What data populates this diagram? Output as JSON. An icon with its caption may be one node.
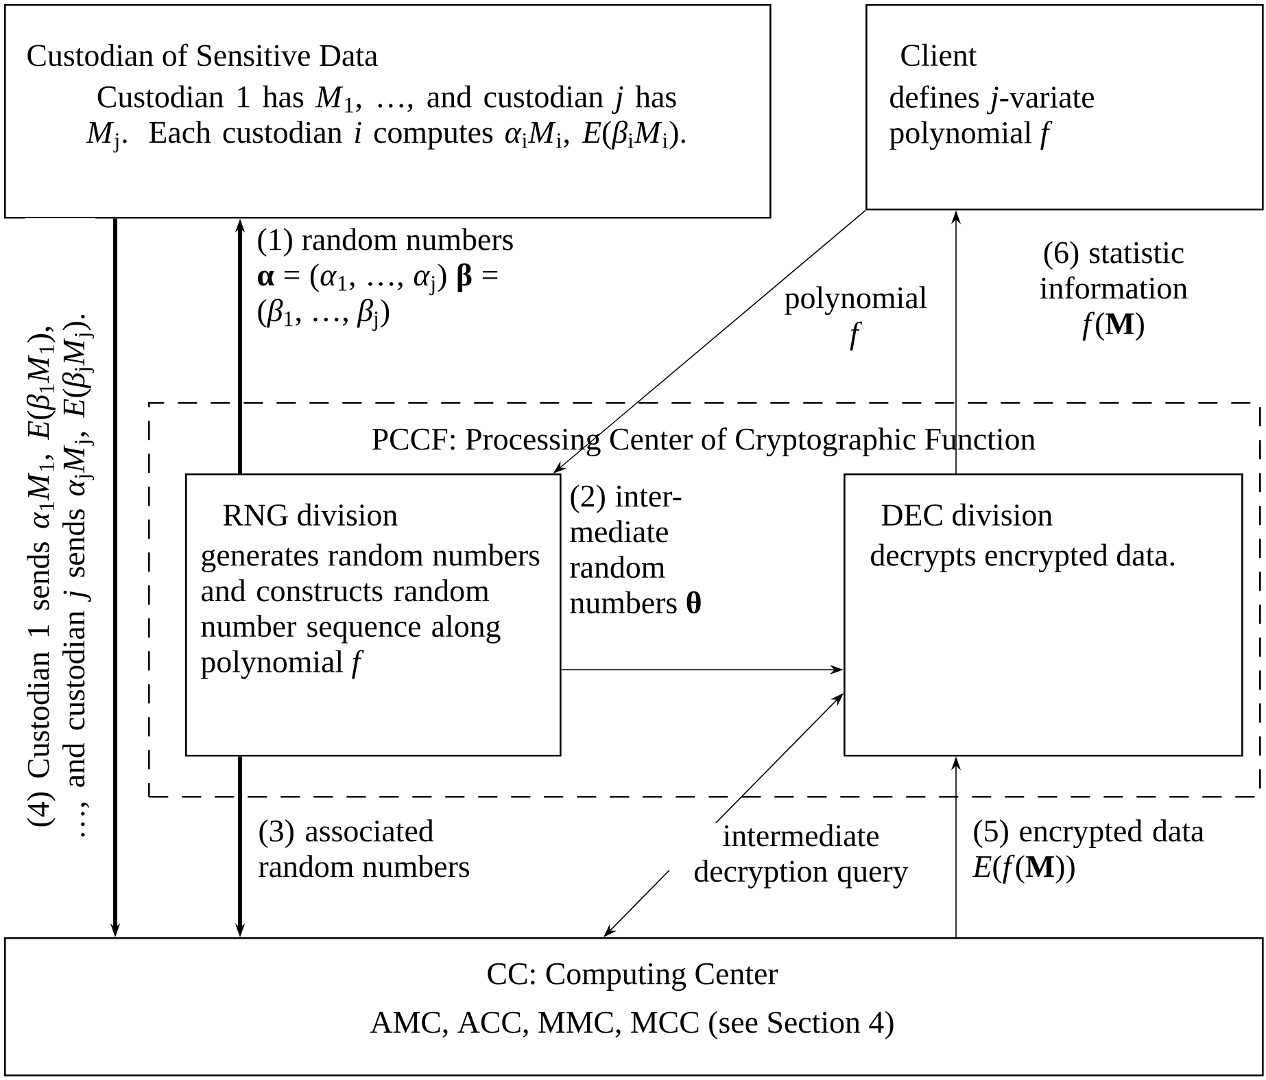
{
  "diagram": {
    "nodes": [
      {
        "text": [
          "Custodian of Sensitive Data",
          "Custodian 1 has *M*$_{1}$, …, and custodian *j* has *M*$_{j}$. Each custodian *i* computes *α*$_{i}$*M*$_{i}$, *E*(*β*$_{i}$*M*$_{i}$)."
        ]
      },
      {
        "text": [
          "Client",
          "defines *j*-variate polynomial *f*"
        ]
      },
      {
        "text": [
          "PCCF: Processing Center of Cryptographic Function"
        ]
      },
      {
        "text": [
          "RNG division",
          "generates random numbers and constructs random number sequence along polynomial *f*"
        ],
        "in": 2
      },
      {
        "text": [
          "DEC division",
          "decrypts encrypted data."
        ],
        "in": 2
      },
      {
        "text": [
          "CC: Computing Center",
          "AMC, ACC, MMC, MCC (see Section 4)"
        ]
      }
    ],
    "edges": [
      {
        "from": 3,
        "to": 0,
        "arrow": "to",
        "style": "thick",
        "label": "(1) random numbers **α** = (*α*$_{1}$, …, *α*$_{j}$) **β** = (*β*$_{1}$, …, *β*$_{j}$)"
      },
      {
        "from": 1,
        "to": 3,
        "arrow": "to",
        "label": "polynomial *f*"
      },
      {
        "from": 4,
        "to": 1,
        "arrow": "to",
        "label": "(6) statistic information *f*(**M**)"
      },
      {
        "from": 3,
        "to": 4,
        "arrow": "to",
        "label": "(2) inter-mediate random numbers **θ**"
      },
      {
        "from": 0,
        "to": 5,
        "arrow": "to",
        "style": "thick",
        "label": "(4) Custodian 1 sends *α*$_{1}$*M*$_{1}$, *E*(*β*$_{1}$*M*$_{1}$), …, and custodian *j* sends *α*$_{j}$*M*$_{j}$, *E*(*β*$_{j}$*M*$_{j}$)."
      },
      {
        "from": 3,
        "to": 5,
        "arrow": "to",
        "style": "thick",
        "label": "(3) associated random numbers"
      },
      {
        "from": 5,
        "to": 4,
        "arrow": "both",
        "label": "intermediate decryption query"
      },
      {
        "from": 5,
        "to": 4,
        "arrow": "to",
        "label": "(5) encrypted data *E*(*f*(**M**))"
      }
    ]
  }
}
